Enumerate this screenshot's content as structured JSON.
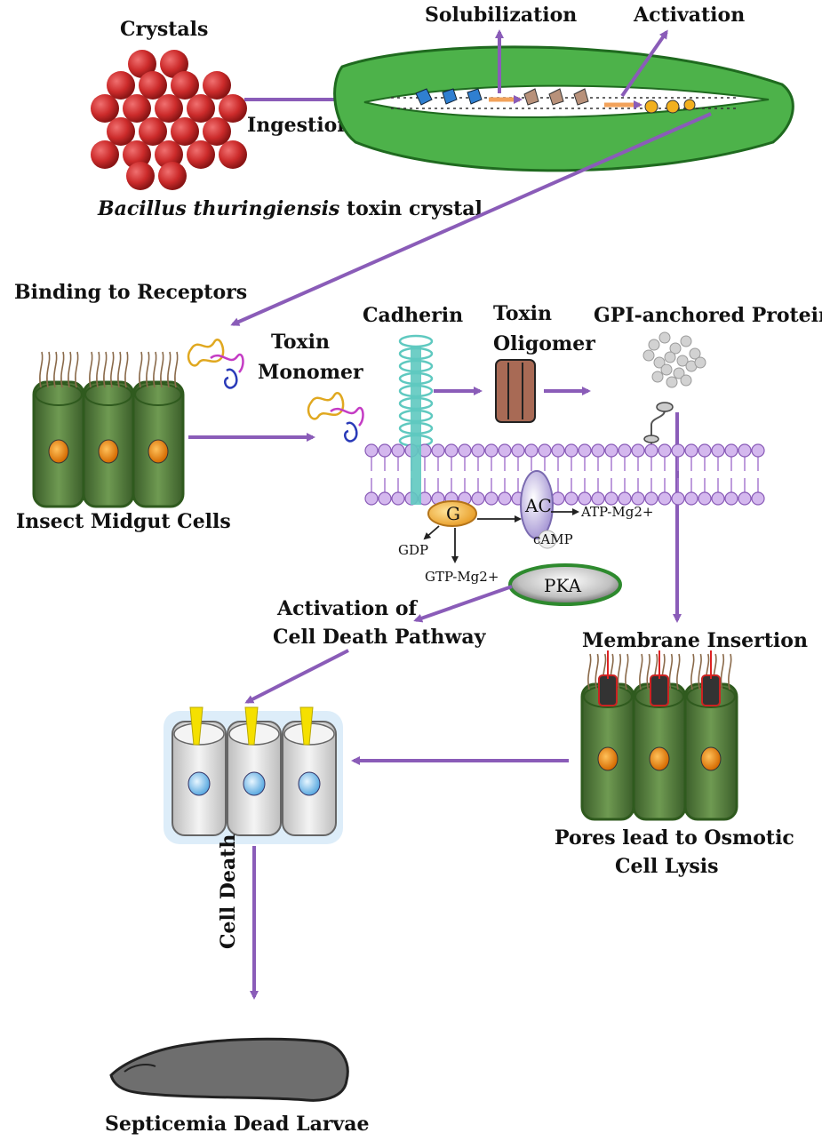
{
  "labels": {
    "crystals": "Crystals",
    "ingestion": "Ingestion",
    "solubilization": "Solubilization",
    "activation": "Activation",
    "bt_italic": "Bacillus thuringiensis",
    "bt_rest": " toxin crystal",
    "binding": "Binding  to Receptors",
    "toxin_monomer_1": "Toxin",
    "toxin_monomer_2": "Monomer",
    "cadherin": "Cadherin",
    "toxin_oligomer_1": "Toxin",
    "toxin_oligomer_2": "Oligomer",
    "gpi": "GPI-anchored Protein",
    "insect_midgut": "Insect Midgut Cells",
    "g": "G",
    "ac": "AC",
    "atp": "ATP-Mg2+",
    "camp": "cAMP",
    "gdp": "GDP",
    "gtp": "GTP-Mg2+",
    "pka": "PKA",
    "activation_cdp_1": "Activation of",
    "activation_cdp_2": "Cell Death Pathway",
    "membrane_insertion": "Membrane Insertion",
    "pores_1": "Pores lead to Osmotic",
    "pores_2": "Cell Lysis",
    "cell_death": "Cell Death",
    "septicemia": "Septicemia Dead Larvae"
  },
  "colors": {
    "arrow": "#8a5cb8",
    "crystal": "#cc2b2b",
    "gut_green": "#3aa33a",
    "cell_green": "#4f7a3a",
    "membrane": "#a97bd1",
    "nucleus": "#e07a10",
    "dead_cell": "#dcdcdc",
    "cadherin": "#5fc9c0",
    "oligomer": "#a86a55"
  }
}
